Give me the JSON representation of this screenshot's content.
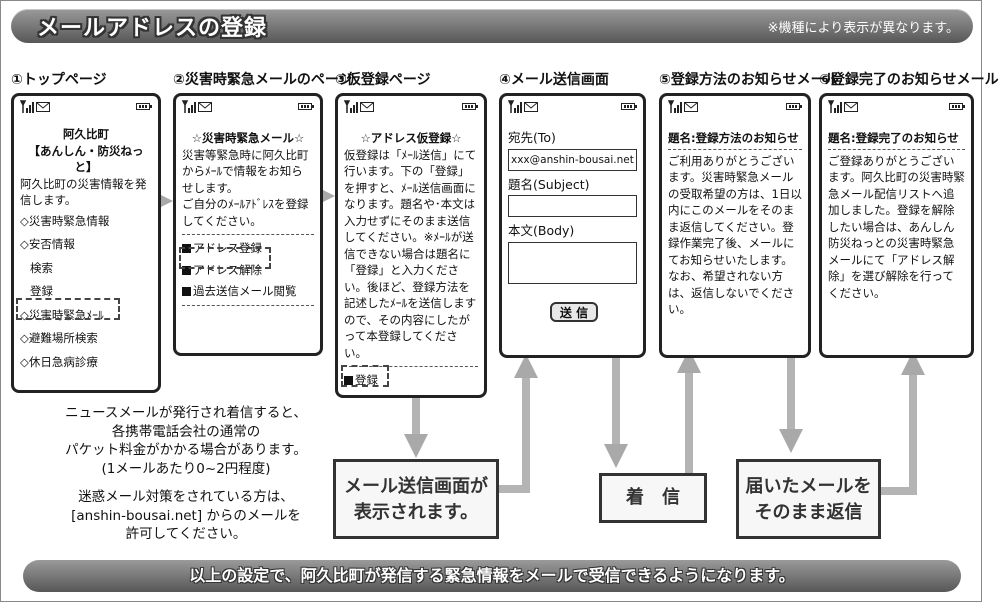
{
  "header": {
    "title": "メールアドレスの登録",
    "note": "※機種により表示が異なります。"
  },
  "steps": [
    {
      "label": "①トップページ"
    },
    {
      "label": "②災害時緊急メールのページ"
    },
    {
      "label": "③仮登録ページ"
    },
    {
      "label": "④メール送信画面"
    },
    {
      "label": "⑤登録方法のお知らせメール"
    },
    {
      "label": "⑥登録完了のお知らせメール"
    }
  ],
  "phone1": {
    "title1": "阿久比町",
    "title2": "【あんしん・防災ねっと】",
    "desc": "阿久比町の災害情報を発信します。",
    "items": [
      "◇災害時緊急情報",
      "◇安否情報",
      "検索",
      "登録",
      "◇災害時緊急ﾒｰﾙ",
      "◇避難場所検索",
      "◇休日急病診療"
    ]
  },
  "phone2": {
    "title": "☆災害時緊急メール☆",
    "body": "災害等緊急時に阿久比町からﾒｰﾙで情報をお知らせします。",
    "body2": "ご自分のﾒｰﾙｱﾄﾞﾚｽを登録してください。",
    "items": [
      "アドレス登録",
      "アドレス解除",
      "過去送信メール閲覧"
    ]
  },
  "phone3": {
    "title": "☆アドレス仮登録☆",
    "body": "仮登録は「ﾒｰﾙ送信」にて行います。下の「登録」を押すと、ﾒｰﾙ送信画面になります。題名や･本文は入力せずにそのまま送信してください。※ﾒｰﾙが送信できない場合は題名に「登録」と入力ください。後ほど、登録方法を記述したﾒｰﾙを送信しますので、その内容にしたがって本登録してください。",
    "item": "登録"
  },
  "phone4": {
    "to_label": "宛先(To)",
    "to_value": "xxx@anshin-bousai.net",
    "subject_label": "題名(Subject)",
    "body_label": "本文(Body)",
    "send_button": "送 信"
  },
  "phone5": {
    "subject": "題名:登録方法のお知らせ",
    "body": "ご利用ありがとうございます。災害時緊急メールの受取希望の方は、1日以内にこのメールをそのまま返信してください。登録作業完了後、メールにてお知らせいたします。なお、希望されない方は、返信しないでください。"
  },
  "phone6": {
    "subject": "題名:登録完了のお知らせ",
    "body": "ご登録ありがとうございます。阿久比町の災害時緊急メール配信リストへ追加しました。登録を解除したい場合は、あんしん防災ねっとの災害時緊急メールにて「アドレス解除」を選び解除を行ってください。"
  },
  "callouts": {
    "mail_screen_1": "メール送信画面が",
    "mail_screen_2": "表示されます。",
    "arrival": "着　信",
    "reply_1": "届いたメールを",
    "reply_2": "そのまま返信"
  },
  "info": {
    "line1": "ニュースメールが発行され着信すると、",
    "line2": "各携帯電話会社の通常の",
    "line3": "パケット料金がかかる場合があります。",
    "line4": "(1メールあたり0~2円程度)",
    "line5": "迷惑メール対策をされている方は、",
    "line6": "[anshin-bousai.net] からのメールを",
    "line7": "許可してください。"
  },
  "footer": {
    "text": "以上の設定で、阿久比町が発信する緊急情報をメールで受信できるようになります。"
  }
}
